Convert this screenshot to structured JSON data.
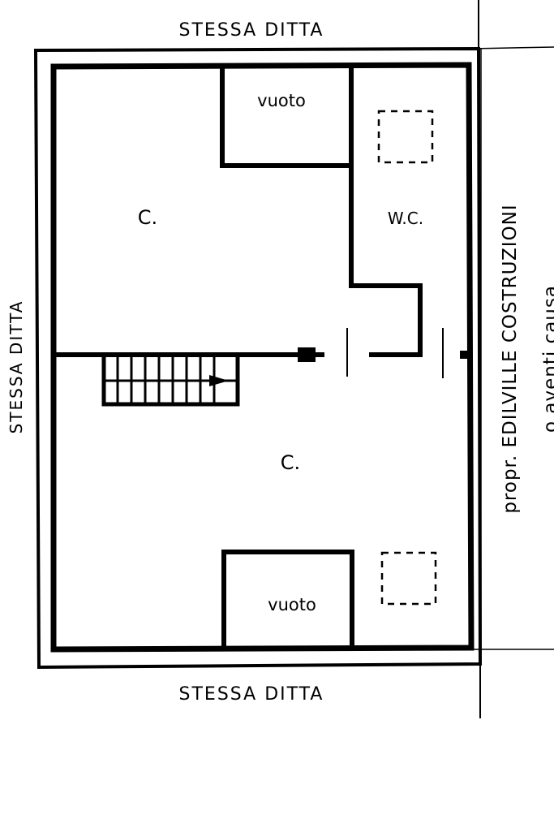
{
  "labels": {
    "top_neighbor": "STESSA DITTA",
    "bottom_neighbor": "STESSA DITTA",
    "left_neighbor": "STESSA DITTA",
    "right_neighbor": "propr. EDILVILLE COSTRUZIONI",
    "right_neighbor_partial": "o aventi causa"
  },
  "rooms": {
    "upper_room": "C.",
    "lower_room": "C.",
    "wc": "W.C.",
    "upper_void": "vuoto",
    "lower_void": "vuoto"
  },
  "colors": {
    "ink": "#000000",
    "paper": "#ffffff"
  }
}
